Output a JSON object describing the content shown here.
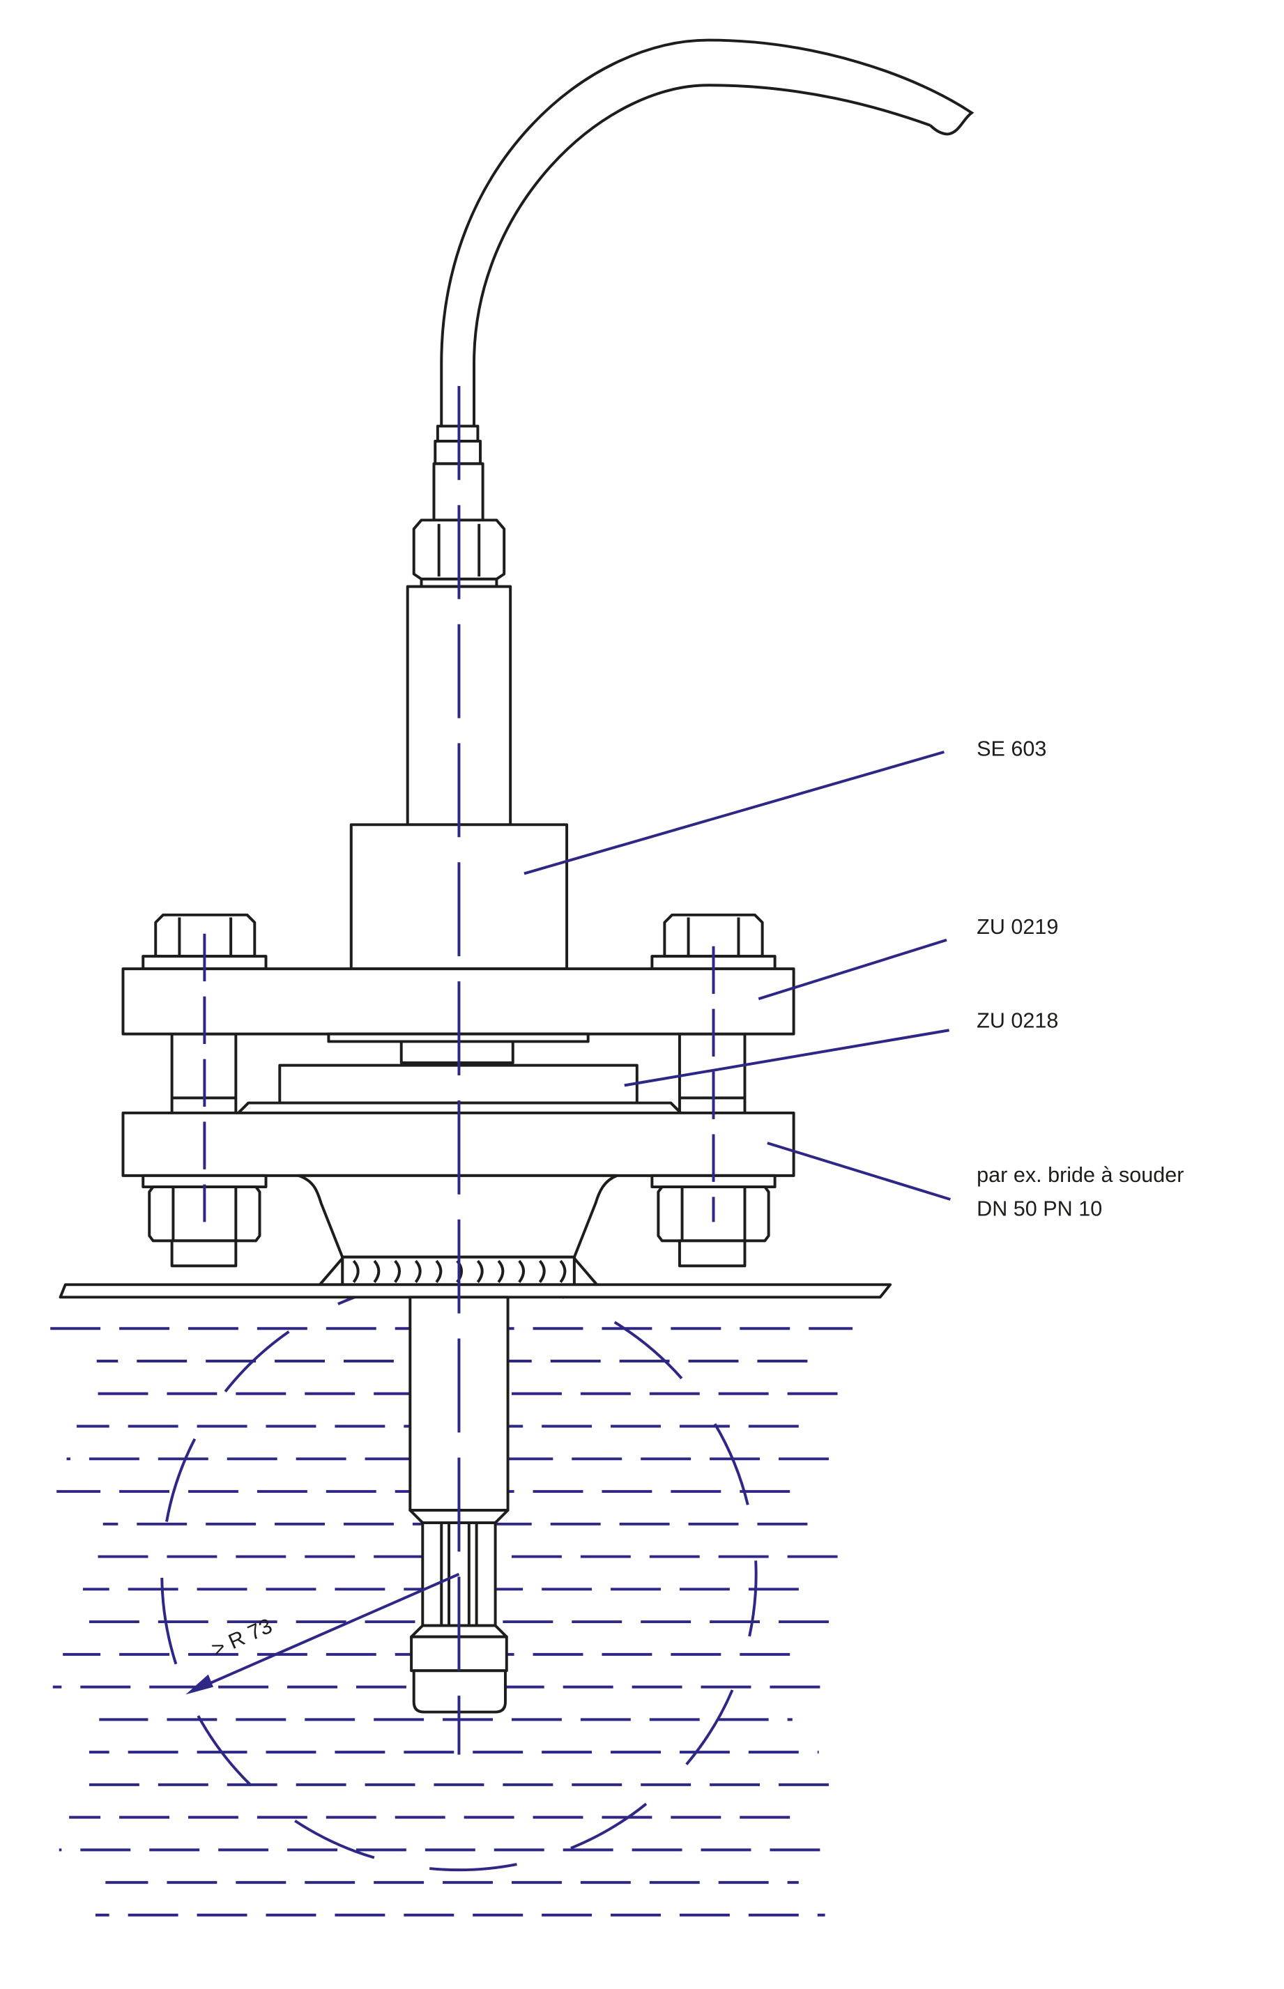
{
  "labels": {
    "sensor": "SE 603",
    "top_flange": "ZU 0219",
    "adapter": "ZU 0218",
    "weld_flange_line1": "par ex. bride à souder",
    "weld_flange_line2": "DN 50 PN 10",
    "radius": "> R 73"
  },
  "colors": {
    "line": "#1d1d1b",
    "accent": "#2e2785"
  }
}
